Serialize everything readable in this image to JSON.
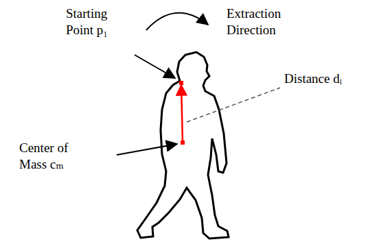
{
  "diagram": {
    "labels": [
      "Starting Point p₁",
      "Extraction Direction",
      "Center of Mass cₘ",
      "Distance dᵢ"
    ]
  }
}
